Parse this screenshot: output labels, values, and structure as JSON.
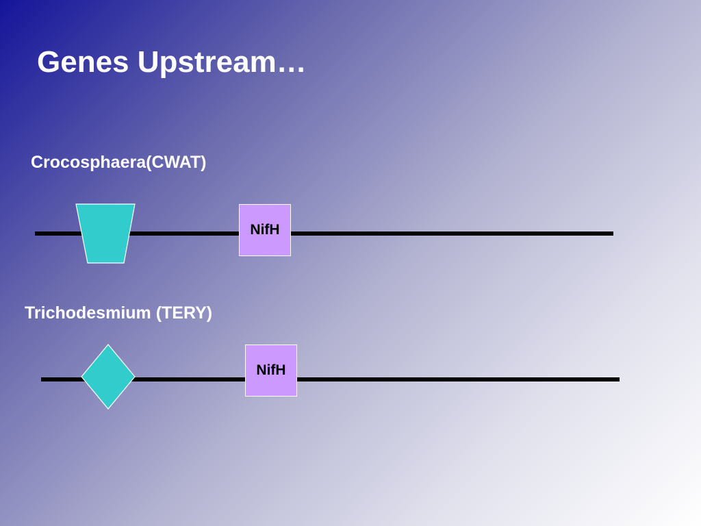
{
  "slide": {
    "title": "Genes Upstream…"
  },
  "diagram": {
    "colors": {
      "upstream_gene": "#33CCCC",
      "nifh_box": "#CC99FF",
      "gene_line": "#000000"
    },
    "tracks": [
      {
        "organism_label": "Crocosphaera(CWAT)",
        "upstream_shape": "trapezoid",
        "gene_label": "NifH"
      },
      {
        "organism_label": "Trichodesmium (TERY)",
        "upstream_shape": "diamond",
        "gene_label": "NifH"
      }
    ]
  }
}
